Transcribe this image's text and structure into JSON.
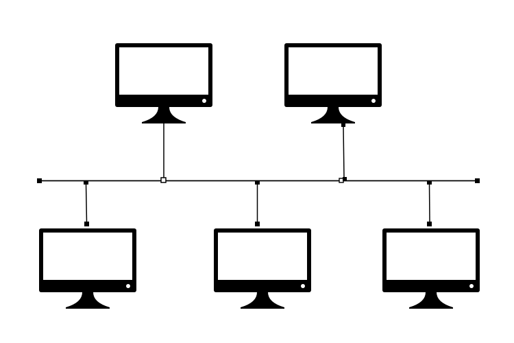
{
  "diagram": {
    "type": "bus-network-topology",
    "colors": {
      "background": "#ffffff",
      "stroke": "#000000",
      "screen": "#ffffff"
    },
    "bus": {
      "name": "network-bus",
      "endpoints": [
        "terminator",
        "terminator"
      ]
    },
    "computers": [
      {
        "id": "top-left",
        "row": "top"
      },
      {
        "id": "top-right",
        "row": "top"
      },
      {
        "id": "bottom-left",
        "row": "bottom"
      },
      {
        "id": "bottom-center",
        "row": "bottom"
      },
      {
        "id": "bottom-right",
        "row": "bottom"
      }
    ],
    "icons": {
      "computer": "monitor-icon",
      "terminator": "terminator-node"
    }
  }
}
